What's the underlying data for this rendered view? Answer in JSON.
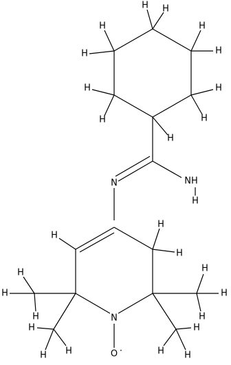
{
  "atom_symbols": {
    "hydrogen": "H",
    "nitrogen": "N",
    "oxygen": "O",
    "amine": "NH",
    "amine_h": "H",
    "ring_n": "N"
  },
  "radical_dot": "·",
  "colors": {
    "ink": "#000000",
    "background": "#ffffff"
  }
}
